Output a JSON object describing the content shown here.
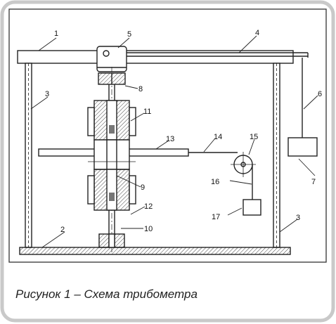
{
  "figure": {
    "caption": "Рисунок 1 – Схема трибометра",
    "labels": [
      "1",
      "2",
      "3",
      "3",
      "4",
      "5",
      "6",
      "7",
      "8",
      "9",
      "10",
      "11",
      "12",
      "13",
      "14",
      "15",
      "16",
      "17"
    ]
  },
  "colors": {
    "frame_border": "#c9c9c9",
    "ink": "#222222",
    "hatch_gray": "#8a8a8a"
  }
}
